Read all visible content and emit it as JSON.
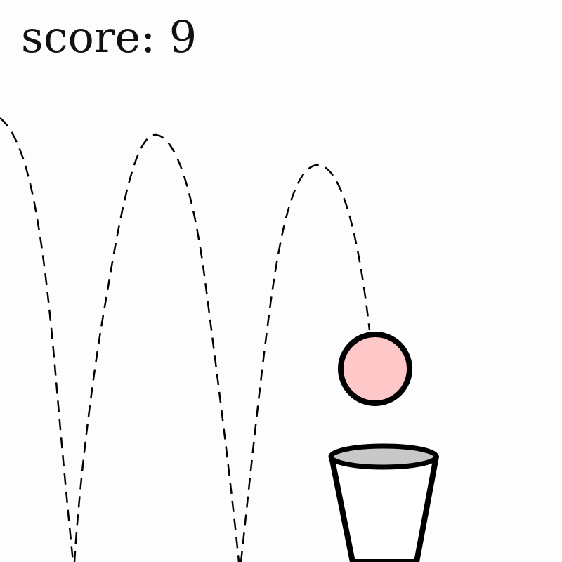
{
  "score": {
    "label": "score:",
    "value": "9"
  },
  "colors": {
    "background": "#fdfdfd",
    "ball_fill": "#ffc8c8",
    "outline": "#000000",
    "cup_rim_fill": "#c8c8c8",
    "cup_body_fill": "#ffffff",
    "trajectory": "#000000"
  },
  "objects": {
    "ball": "ball",
    "cup": "cup",
    "trajectory": "dashed-trajectory"
  }
}
